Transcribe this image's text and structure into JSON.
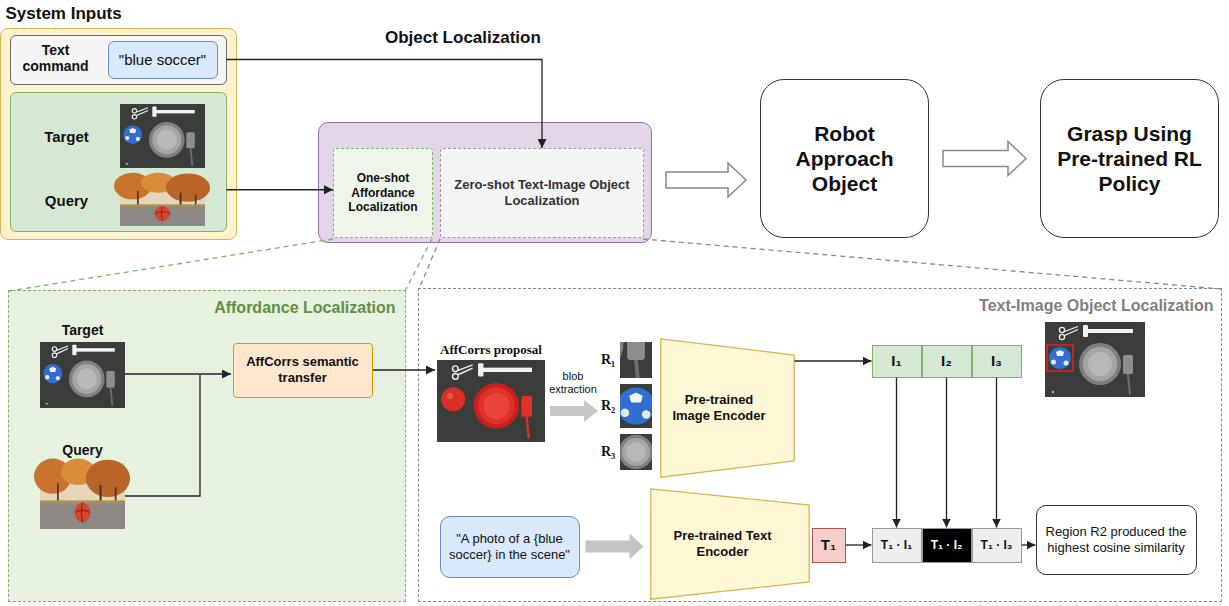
{
  "diagram": {
    "nodes": [
      {
        "text": [
          "System Inputs"
        ]
      },
      {
        "text": [
          "Text command"
        ],
        "in": 0
      },
      {
        "text": [
          "\"blue soccer\""
        ],
        "in": 1
      },
      {
        "text": [
          "Target",
          "Query"
        ],
        "in": 0
      },
      {
        "text": [
          "Object Localization"
        ]
      },
      {
        "text": [
          "One-shot Affordance Localization"
        ],
        "in": 4
      },
      {
        "text": [
          "Zero-shot Text-Image Object Localization"
        ],
        "in": 4
      },
      {
        "text": [
          "Robot Approach Object"
        ]
      },
      {
        "text": [
          "Grasp Using Pre-trained RL Policy"
        ]
      },
      {
        "text": [
          "Affordance Localization",
          "Target",
          "Query"
        ]
      },
      {
        "text": [
          "AffCorrs semantic transfer"
        ],
        "in": 9
      },
      {
        "text": [
          "Text-Image Object Localization"
        ]
      },
      {
        "text": [
          "Pre-trained Image Encoder"
        ],
        "in": 11
      },
      {
        "text": [
          "I₁"
        ],
        "in": 11
      },
      {
        "text": [
          "I₂"
        ],
        "in": 11
      },
      {
        "text": [
          "I₃"
        ],
        "in": 11
      },
      {
        "text": [
          "\"A photo of a {blue soccer} in the scene\""
        ],
        "in": 11
      },
      {
        "text": [
          "Pre-trained Text Encoder"
        ],
        "in": 11
      },
      {
        "text": [
          "T₁"
        ],
        "in": 11
      },
      {
        "text": [
          "T₁ · I₁"
        ],
        "in": 11
      },
      {
        "text": [
          "T₁ · I₂"
        ],
        "in": 11
      },
      {
        "text": [
          "T₁ · I₃"
        ],
        "in": 11
      },
      {
        "text": [
          "Region R2 produced the highest cosine similarity"
        ],
        "in": 11
      }
    ],
    "edges": [
      {
        "from": 1,
        "to": 6,
        "arrow": "to"
      },
      {
        "from": 3,
        "to": 5,
        "arrow": "to"
      },
      {
        "from": 4,
        "to": 7,
        "arrow": "to"
      },
      {
        "from": 7,
        "to": 8,
        "arrow": "to"
      },
      {
        "from": 12,
        "to": 13,
        "arrow": "to"
      },
      {
        "from": 13,
        "to": 19,
        "arrow": "to"
      },
      {
        "from": 14,
        "to": 20,
        "arrow": "to"
      },
      {
        "from": 15,
        "to": 21,
        "arrow": "to"
      },
      {
        "from": 16,
        "to": 17,
        "arrow": "to"
      },
      {
        "from": 18,
        "to": 19,
        "arrow": "to"
      },
      {
        "from": 21,
        "to": 22,
        "arrow": "to"
      }
    ],
    "labels": [
      "AffCorrs proposal",
      "blob extraction",
      "R₁",
      "R₂",
      "R₃"
    ]
  }
}
